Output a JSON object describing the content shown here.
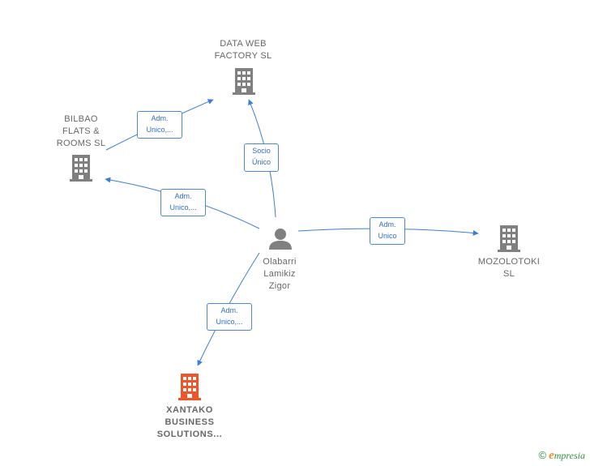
{
  "nodes": {
    "data_web": {
      "lines": [
        "DATA WEB",
        "FACTORY  SL"
      ],
      "icon": "building-icon",
      "color": "#808080"
    },
    "bilbao": {
      "lines": [
        "BILBAO",
        "FLATS &",
        "ROOMS  SL"
      ],
      "icon": "building-icon",
      "color": "#808080"
    },
    "mozolotoki": {
      "lines": [
        "MOZOLOTOKI",
        "SL"
      ],
      "icon": "building-icon",
      "color": "#808080"
    },
    "xantako": {
      "lines": [
        "XANTAKO",
        "BUSINESS",
        "SOLUTIONS..."
      ],
      "icon": "building-icon",
      "color": "#f0552a"
    },
    "person": {
      "lines": [
        "Olabarri",
        "Lamikiz",
        "Zigor"
      ],
      "icon": "person-icon",
      "color": "#808080"
    }
  },
  "edges": {
    "to_bilbao_top": {
      "lines": [
        "Adm.",
        "Unico,..."
      ]
    },
    "to_data_web": {
      "lines": [
        "Socio",
        "Único"
      ]
    },
    "to_bilbao": {
      "lines": [
        "Adm.",
        "Unico,..."
      ]
    },
    "to_mozolotoki": {
      "lines": [
        "Adm.",
        "Unico"
      ]
    },
    "to_xantako": {
      "lines": [
        "Adm.",
        "Unico,..."
      ]
    }
  },
  "footer": {
    "copyright": "©",
    "brand_initial": "e",
    "brand_rest": "mpresia"
  },
  "colors": {
    "edge": "#3a7fd5",
    "building": "#808080",
    "focus_building": "#f0552a"
  }
}
